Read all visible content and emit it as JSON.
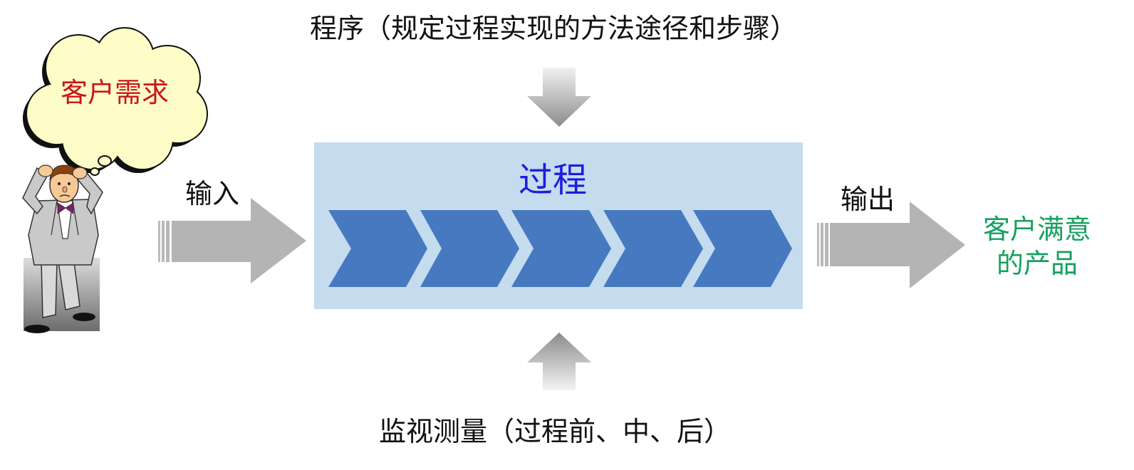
{
  "diagram": {
    "procedure_label": "程序（规定过程实现的方法途径和步骤）",
    "monitor_label": "监视测量（过程前、中、后）",
    "customer_need": "客户需求",
    "input_label": "输入",
    "process_title": "过程",
    "output_label": "输出",
    "result_lines": [
      "客户满意",
      "的产品"
    ]
  },
  "colors": {
    "text": "#111111",
    "customer_need": "#c8161e",
    "process_title": "#1c1cdc",
    "process_box": "#c5dbee",
    "chevron": "#4679c0",
    "flow_arrow": "#b4b4b4",
    "result": "#16a05e",
    "cloud": "#fefdc8"
  }
}
